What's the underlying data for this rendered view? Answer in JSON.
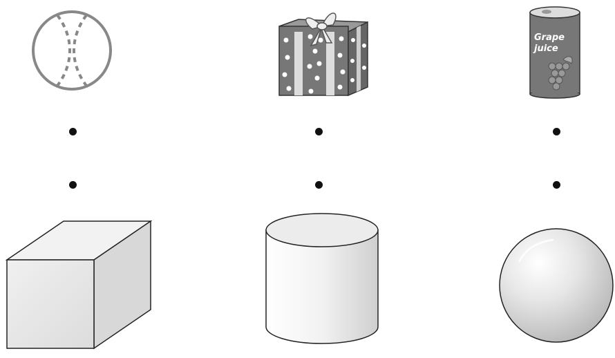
{
  "top_objects": [
    {
      "id": "baseball",
      "icon": "baseball-icon"
    },
    {
      "id": "gift",
      "icon": "gift-box-icon"
    },
    {
      "id": "juice_can",
      "icon": "juice-can-icon",
      "label_line1": "Grape",
      "label_line2": "juice"
    }
  ],
  "bottom_shapes": [
    {
      "id": "cube",
      "icon": "cuboid-icon"
    },
    {
      "id": "cylinder",
      "icon": "cylinder-icon"
    },
    {
      "id": "sphere",
      "icon": "sphere-icon"
    }
  ],
  "match_points": {
    "top_row": 3,
    "bottom_row": 3
  },
  "colors": {
    "stroke": "#333333",
    "shape_fill": "#e6e6e6",
    "ball_line": "#888888",
    "gift": "#777777",
    "can": "#777777"
  }
}
